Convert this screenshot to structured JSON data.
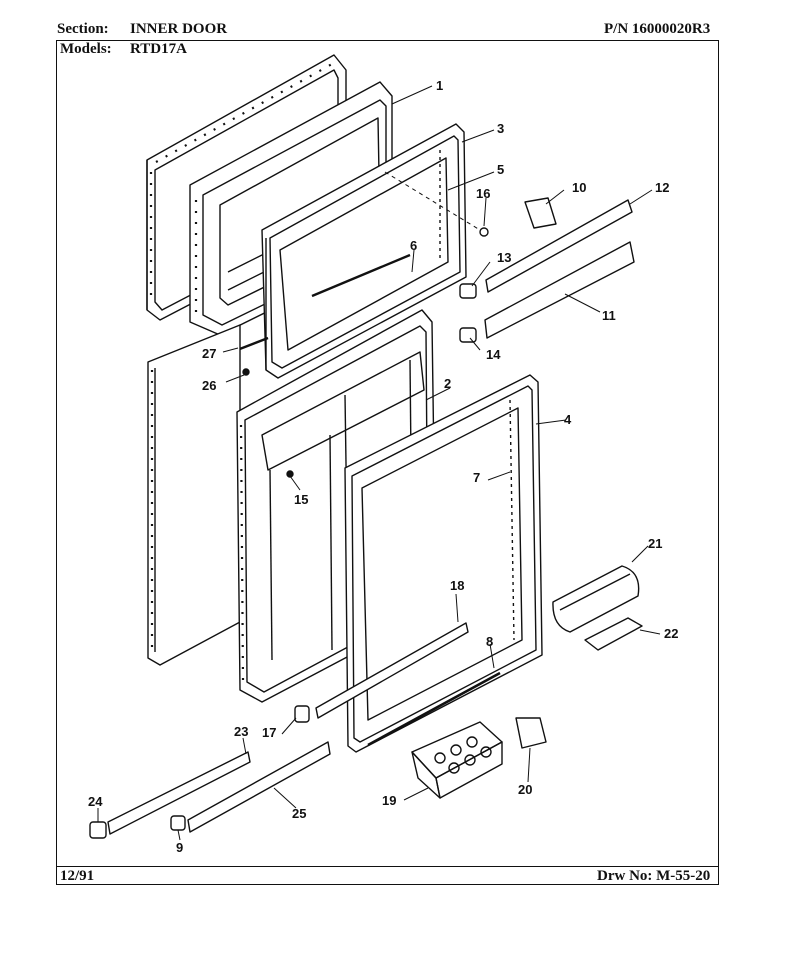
{
  "header": {
    "section_label": "Section:",
    "section_value": "INNER DOOR",
    "part_number": "P/N 16000020R3",
    "models_label": "Models:",
    "models_value": "RTD17A"
  },
  "footer": {
    "date": "12/91",
    "drawing_number": "Drw No: M-55-20"
  },
  "callouts": {
    "c1": "1",
    "c2": "2",
    "c3": "3",
    "c4": "4",
    "c5": "5",
    "c6": "6",
    "c7": "7",
    "c8": "8",
    "c9": "9",
    "c10": "10",
    "c11": "11",
    "c12": "12",
    "c13": "13",
    "c14": "14",
    "c15": "15",
    "c16": "16",
    "c17": "17",
    "c18": "18",
    "c19": "19",
    "c20": "20",
    "c21": "21",
    "c22": "22",
    "c23": "23",
    "c24": "24",
    "c25": "25",
    "c26": "26",
    "c27": "27"
  }
}
